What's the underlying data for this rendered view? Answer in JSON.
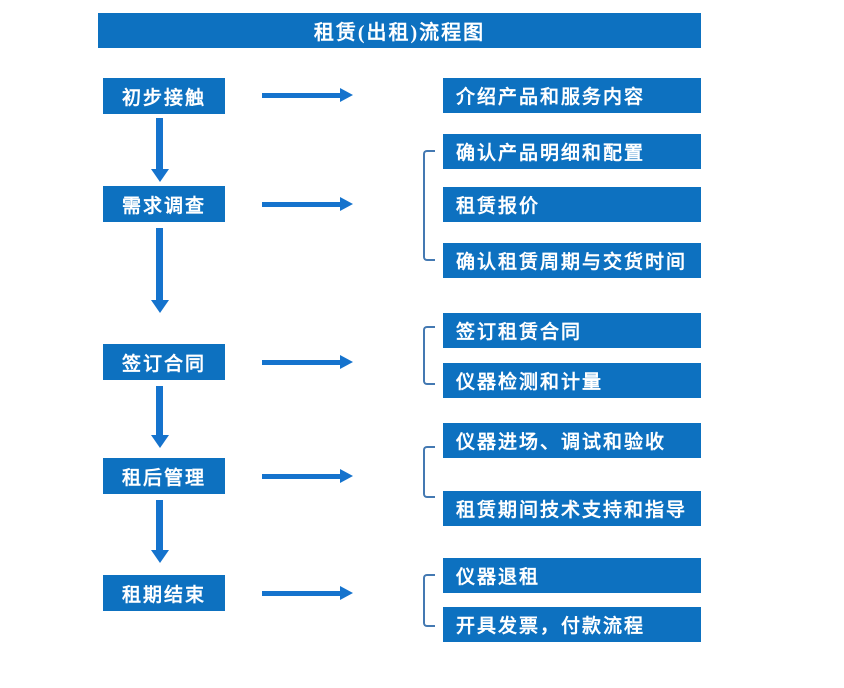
{
  "title": "租赁(出租)流程图",
  "colors": {
    "primary": "#0d71c0",
    "arrow": "#1573cd",
    "bracket": "#4479b2",
    "text": "#ffffff"
  },
  "stages": [
    {
      "label": "初步接触",
      "outputs": [
        "介绍产品和服务内容"
      ]
    },
    {
      "label": "需求调查",
      "outputs": [
        "确认产品明细和配置",
        "租赁报价",
        "确认租赁周期与交货时间"
      ]
    },
    {
      "label": "签订合同",
      "outputs": [
        "签订租赁合同",
        "仪器检测和计量"
      ]
    },
    {
      "label": "租后管理",
      "outputs": [
        "仪器进场、调试和验收",
        "租赁期间技术支持和指导"
      ]
    },
    {
      "label": "租期结束",
      "outputs": [
        "仪器退租",
        "开具发票，付款流程"
      ]
    }
  ]
}
